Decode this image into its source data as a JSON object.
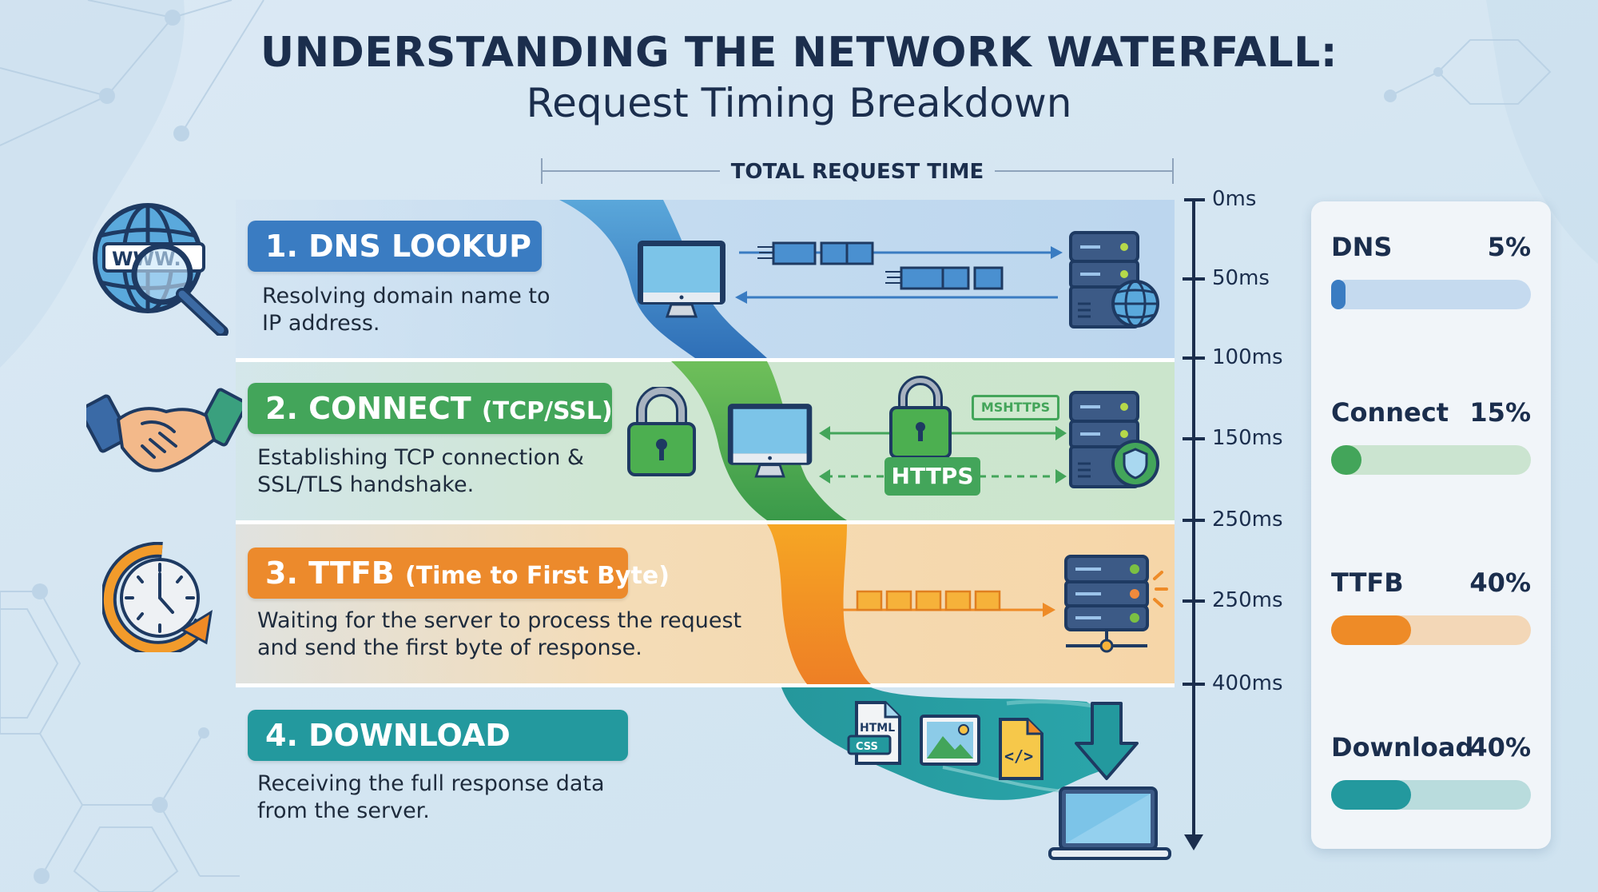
{
  "title": {
    "line1": "UNDERSTANDING THE NETWORK WATERFALL:",
    "line2": "Request Timing Breakdown"
  },
  "total_label": "TOTAL REQUEST TIME",
  "colors": {
    "dns": "#3a7cc2",
    "connect": "#43a55a",
    "ttfb": "#ec8a2c",
    "download": "#23999e",
    "navy": "#1b2e4d"
  },
  "steps": [
    {
      "badge_main": "1. DNS LOOKUP",
      "badge_sub": "",
      "desc_line1": "Resolving domain name to",
      "desc_line2": "IP address.",
      "icon": "globe-search-icon"
    },
    {
      "badge_main": "2. CONNECT ",
      "badge_sub": "(TCP/SSL)",
      "desc_line1": "Establishing TCP connection &",
      "desc_line2": "SSL/TLS handshake.",
      "icon": "handshake-icon"
    },
    {
      "badge_main": "3. TTFB ",
      "badge_sub": "(Time to First Byte)",
      "desc_line1": "Waiting for the server to process the request",
      "desc_line2": "and send the first byte of response.",
      "icon": "clock-icon"
    },
    {
      "badge_main": "4. DOWNLOAD",
      "badge_sub": "",
      "desc_line1": "Receiving the full response data",
      "desc_line2": "from the server.",
      "icon": "download-icon"
    }
  ],
  "illustrations": {
    "connect_tag": "MSHTTPS",
    "https_label": "HTTPS",
    "file_html": "HTML",
    "file_css": "CSS",
    "code_glyph": "</>"
  },
  "axis": {
    "ticks": [
      "0ms",
      "50ms",
      "100ms",
      "150ms",
      "250ms",
      "250ms",
      "400ms"
    ]
  },
  "breakdown": [
    {
      "name": "DNS",
      "pct_label": "5%",
      "value": 5,
      "fill": "#3a7cc2",
      "track": "#c5daef"
    },
    {
      "name": "Connect",
      "pct_label": "15%",
      "value": 15,
      "fill": "#43a55a",
      "track": "#cbe4d0"
    },
    {
      "name": "TTFB",
      "pct_label": "40%",
      "value": 40,
      "fill": "#ee8b27",
      "track": "#f3d7b7"
    },
    {
      "name": "Download",
      "pct_label": "40%",
      "value": 40,
      "fill": "#23999e",
      "track": "#b9dcdd"
    }
  ]
}
